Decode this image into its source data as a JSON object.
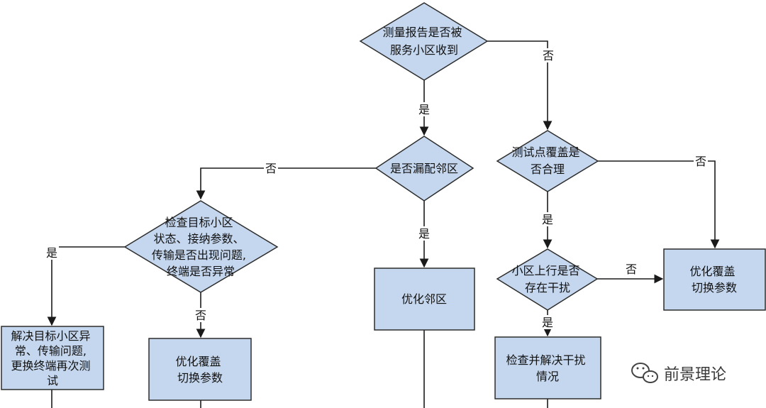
{
  "nodes": {
    "d1": [
      "测量报告是否被",
      "服务小区收到"
    ],
    "d2": [
      "是否漏配邻区"
    ],
    "d3": [
      "测试点覆盖是",
      "否合理"
    ],
    "d4": [
      "检查目标小区",
      "状态、接纳参数、",
      "传输是否出现问题,",
      "终端是否异常"
    ],
    "d5": [
      "小区上行是否",
      "存在干扰"
    ],
    "b1": [
      "优化邻区"
    ],
    "b2": [
      "优化覆盖",
      "切换参数"
    ],
    "b3": [
      "解决目标小区异",
      "常、传输问题,",
      "更换终端再次测",
      "试"
    ],
    "b4": [
      "优化覆盖",
      "切换参数"
    ],
    "b5": [
      "检查并解决干扰",
      "情况"
    ]
  },
  "edge_labels": {
    "d1_yes": "是",
    "d1_no": "否",
    "d2_no": "否",
    "d2_yes": "是",
    "d3_no": "否",
    "d3_yes": "是",
    "d4_yes": "是",
    "d4_no": "否",
    "d5_no": "否",
    "d5_yes": "是"
  },
  "watermark": "前景理论",
  "watermark_icon": "wechat-icon"
}
